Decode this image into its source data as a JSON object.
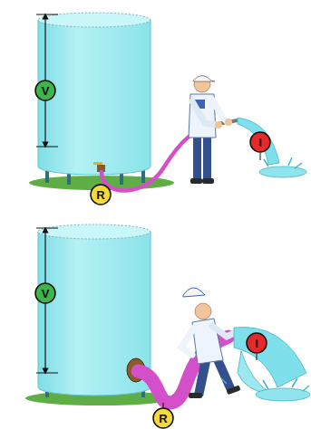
{
  "diagram": {
    "nodes": [
      {
        "text": [
          "V"
        ]
      },
      {
        "text": [
          "I"
        ]
      },
      {
        "text": [
          "R"
        ]
      },
      {
        "text": [
          "V"
        ]
      },
      {
        "text": [
          "I"
        ]
      },
      {
        "text": [
          "R"
        ]
      }
    ]
  }
}
